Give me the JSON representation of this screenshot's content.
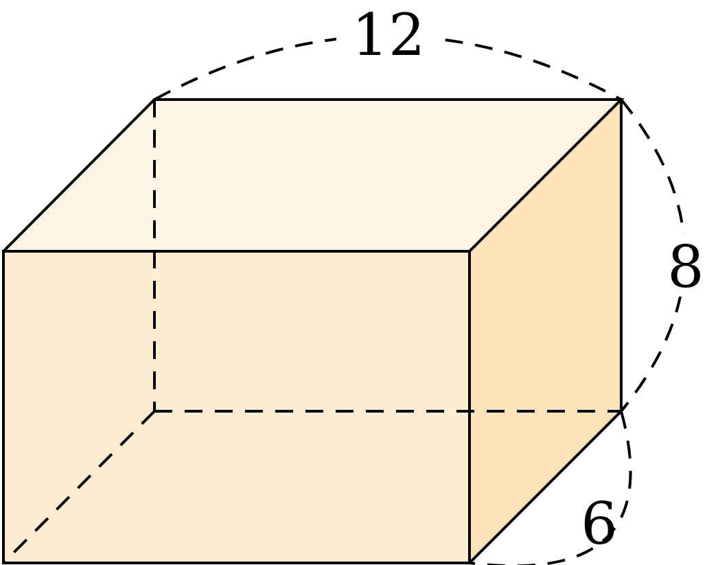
{
  "figure": {
    "shape": "rectangular prism",
    "colors": {
      "front_face": "#fdecd0",
      "top_face": "#fdf5e6",
      "right_face": "#fce4b8",
      "edges": "#000000"
    },
    "dimensions": {
      "length": "12",
      "height": "8",
      "width": "6"
    }
  }
}
